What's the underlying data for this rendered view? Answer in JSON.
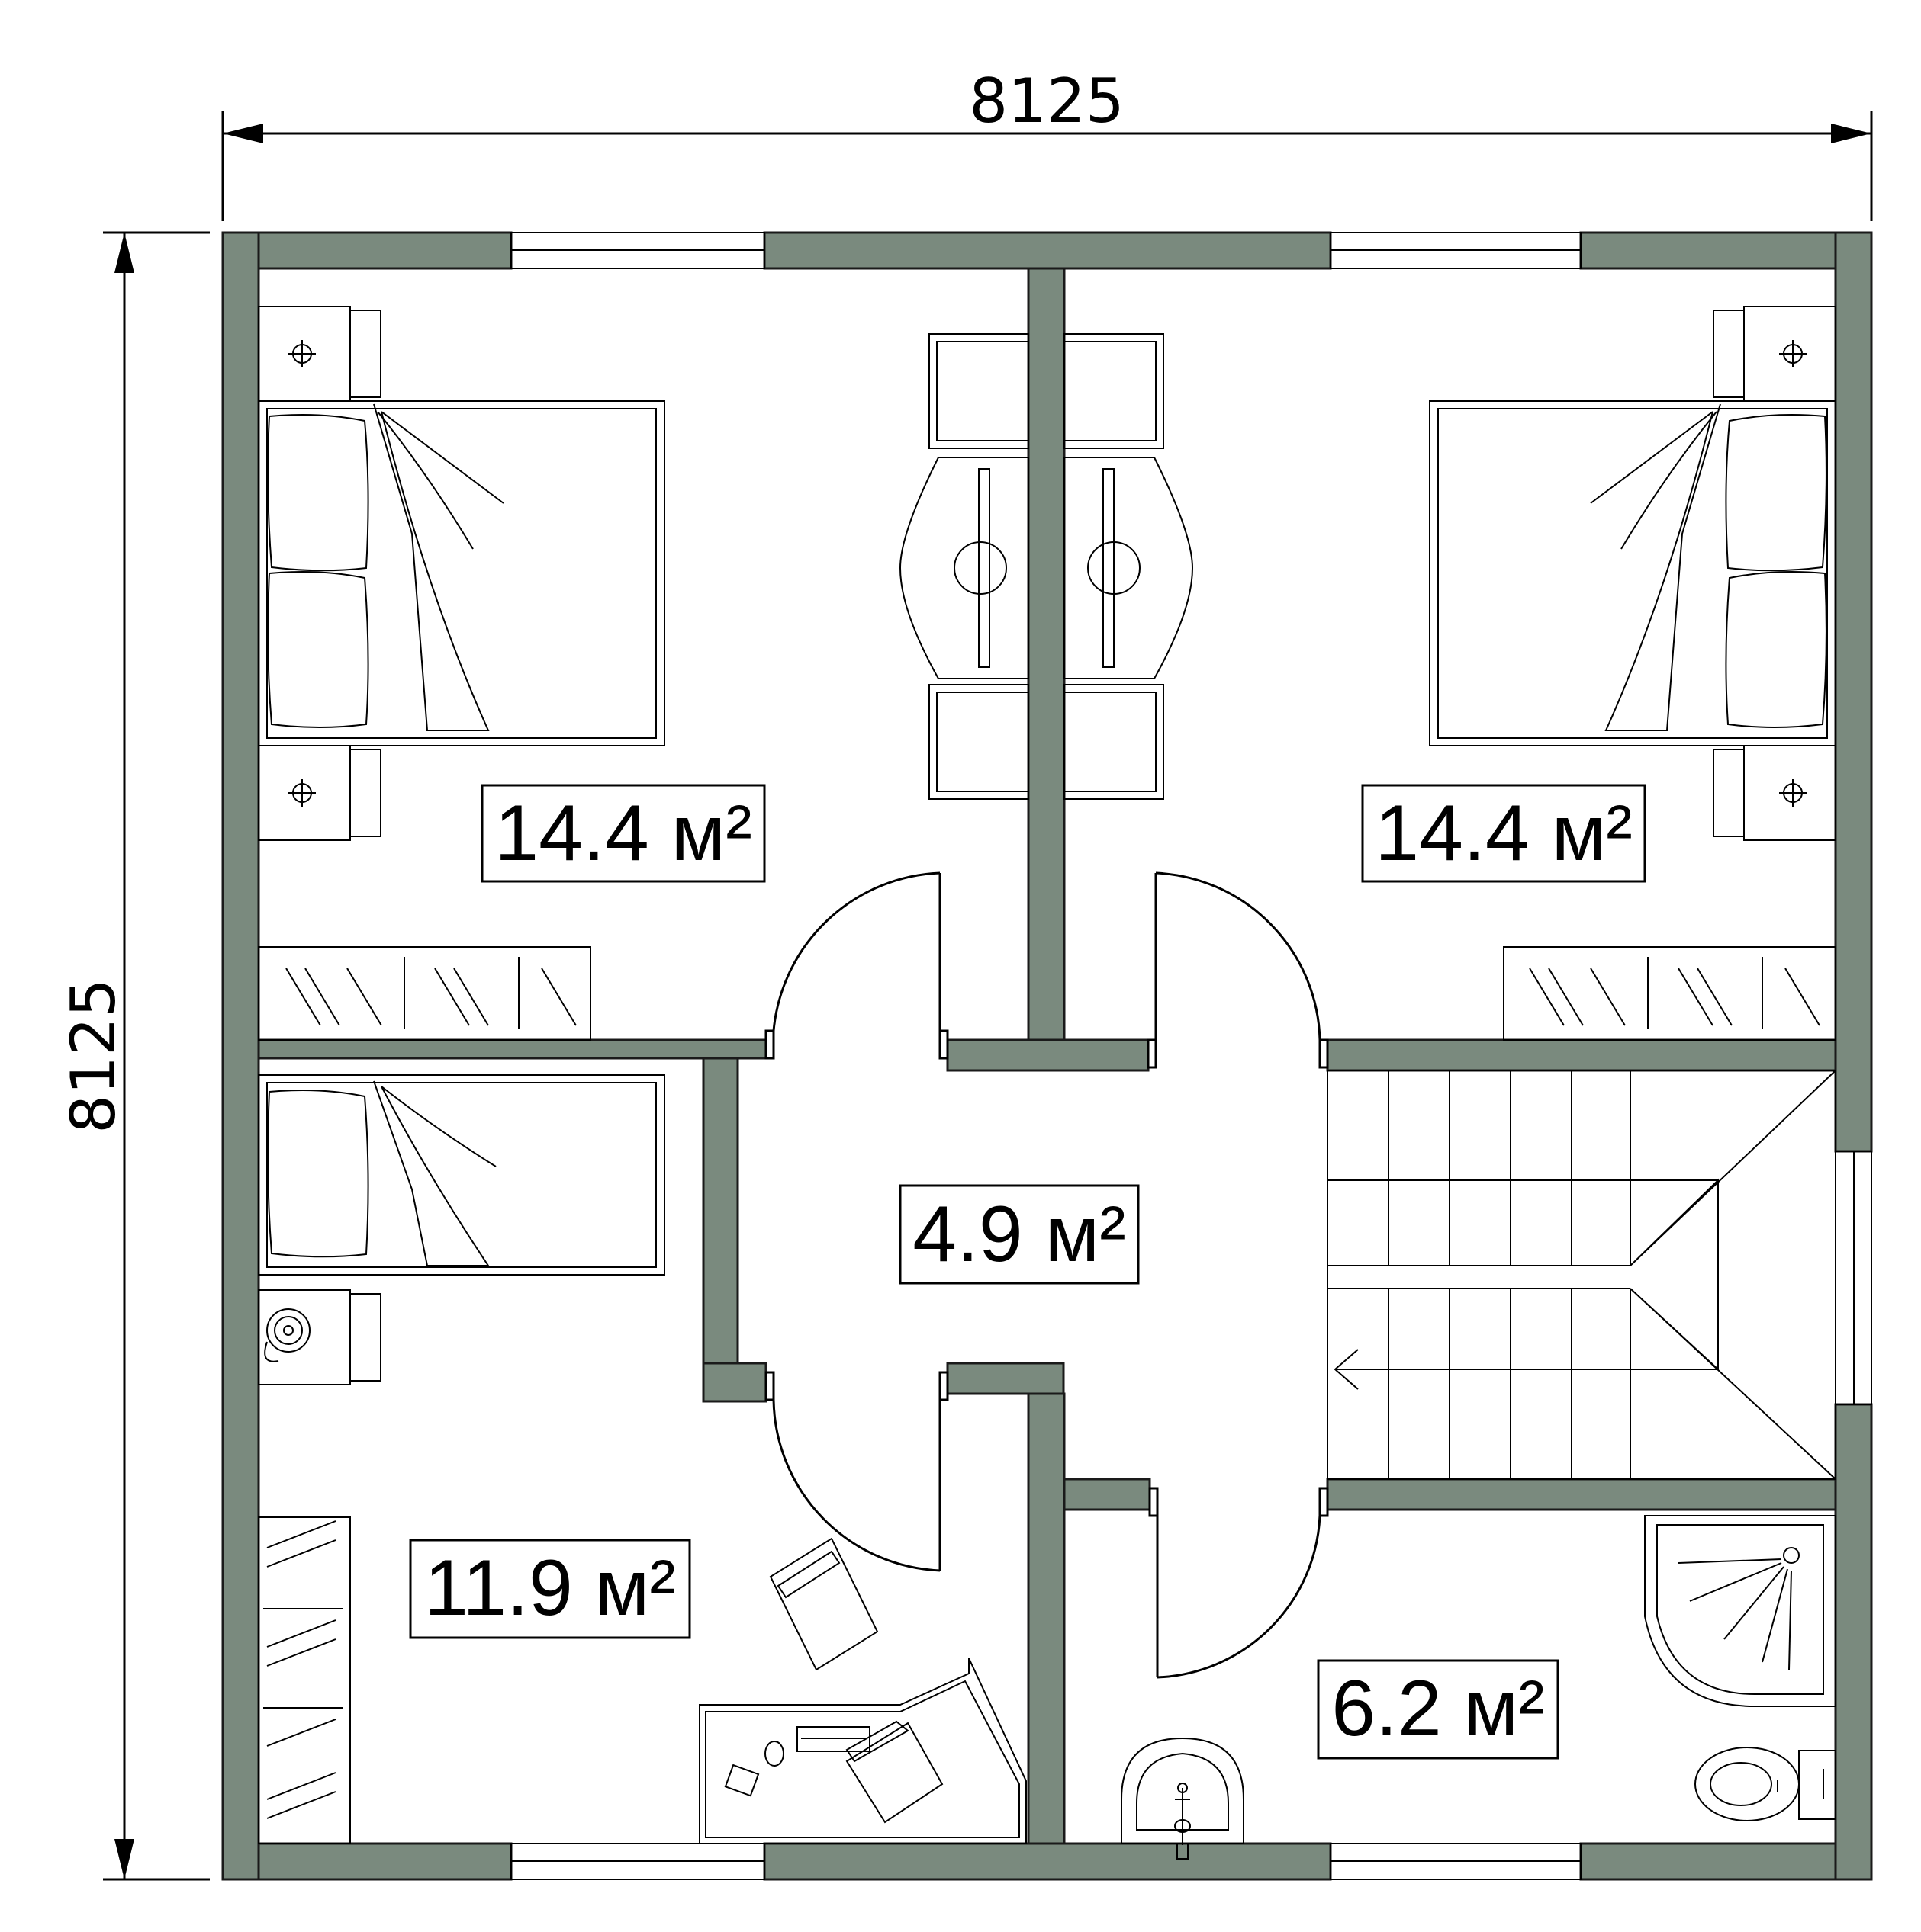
{
  "dimensions": {
    "top": "8125",
    "left": "8125"
  },
  "rooms": {
    "bedroom_top_left": {
      "area": "14.4 м²"
    },
    "bedroom_top_right": {
      "area": "14.4 м²"
    },
    "hall": {
      "area": "4.9 м²"
    },
    "bedroom_bottom_left": {
      "area": "11.9 м²"
    },
    "bathroom": {
      "area": "6.2 м²"
    }
  },
  "colors": {
    "wall": "#7a8a7e",
    "line": "#000000",
    "background": "#ffffff"
  }
}
